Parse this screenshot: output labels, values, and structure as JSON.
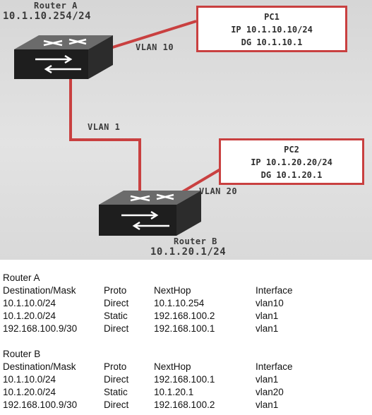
{
  "routerA": {
    "name": "Router A",
    "ip": "10.1.10.254/24"
  },
  "routerB": {
    "name": "Router B",
    "ip": "10.1.20.1/24"
  },
  "pc1": {
    "name": "PC1",
    "ip": "IP 10.1.10.10/24",
    "dg": "DG 10.1.10.1"
  },
  "pc2": {
    "name": "PC2",
    "ip": "IP 10.1.20.20/24",
    "dg": "DG 10.1.20.1"
  },
  "links": {
    "vlan10": "VLAN 10",
    "vlan1": "VLAN 1",
    "vlan20": "VLAN 20"
  },
  "colors": {
    "link": "#c94040",
    "router_top": "#6b6b6b",
    "router_side": "#1e1e1e"
  },
  "tables": [
    {
      "title": "Router A",
      "headers": [
        "Destination/Mask",
        "Proto",
        "NextHop",
        "Interface"
      ],
      "rows": [
        [
          "10.1.10.0/24",
          "Direct",
          "10.1.10.254",
          "vlan10"
        ],
        [
          "10.1.20.0/24",
          "Static",
          "192.168.100.2",
          "vlan1"
        ],
        [
          "192.168.100.9/30",
          "Direct",
          "192.168.100.1",
          "vlan1"
        ]
      ]
    },
    {
      "title": "Router B",
      "headers": [
        "Destination/Mask",
        "Proto",
        "NextHop",
        "Interface"
      ],
      "rows": [
        [
          "10.1.10.0/24",
          "Direct",
          "192.168.100.1",
          "vlan1"
        ],
        [
          "10.1.20.0/24",
          "Static",
          "10.1.20.1",
          "vlan20"
        ],
        [
          "192.168.100.9/30",
          "Direct",
          "192.168.100.2",
          "vlan1"
        ]
      ]
    }
  ]
}
